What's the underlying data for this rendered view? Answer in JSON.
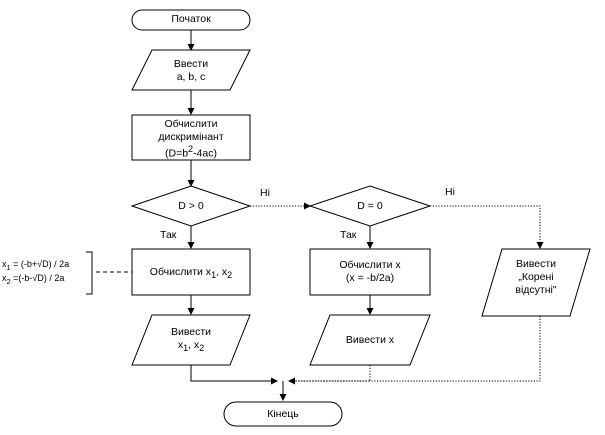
{
  "nodes": {
    "start": "Початок",
    "input": [
      "Ввести",
      "a, b, c"
    ],
    "disc": [
      "Обчислити",
      "дискримінант",
      "(D=b",
      "2",
      "-4ac)"
    ],
    "cond1": "D > 0",
    "cond2": "D = 0",
    "calc2_title": "Обчислити x",
    "calc2_formula": "(x = -b/2a)",
    "calc1_prefix": "Обчислити x",
    "calc1_sub1": "1",
    "calc1_sep": ", x",
    "calc1_sub2": "2",
    "out1_title": "Вивести",
    "out1_vals": {
      "a": "x",
      "s1": "1",
      "sep": ", x",
      "s2": "2"
    },
    "out2": "Вивести  x",
    "out3": [
      "Вивести",
      "„Корені",
      "відсутні\""
    ],
    "end": "Кінець"
  },
  "branches": {
    "no1": "Ні",
    "no2": "Ні",
    "yes1": "Так",
    "yes2": "Так"
  },
  "annotation": {
    "line1": {
      "a": "x",
      "s": "1",
      "b": " = (-b+√D) / 2a"
    },
    "line2": {
      "a": "x",
      "s": "2",
      "b": " =(-b-√D) / 2a"
    }
  }
}
